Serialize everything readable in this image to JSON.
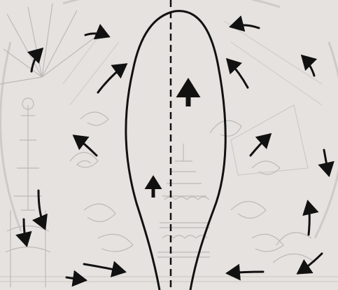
{
  "colors": {
    "paper": "#e6e2df",
    "texture": "#b9b5b2",
    "texture_light": "#cbc7c4",
    "ink": "#111111"
  },
  "elements": {
    "central_form": "teardrop-outline",
    "center_line": "dashed-vertical-axis",
    "arrows": [
      "arrow-top-center-up",
      "arrow-mid-center-up",
      "arrow-top-left",
      "arrow-upper-left-1",
      "arrow-upper-left-2",
      "arrow-left-mid",
      "arrow-lower-left-1",
      "arrow-lower-left-2",
      "arrow-bottom-left-1",
      "arrow-bottom-left-2",
      "arrow-top-right",
      "arrow-upper-right-1",
      "arrow-upper-right-2",
      "arrow-right-mid",
      "arrow-right-edge",
      "arrow-lower-right",
      "arrow-bottom-right-1",
      "arrow-bottom-right-2"
    ]
  }
}
